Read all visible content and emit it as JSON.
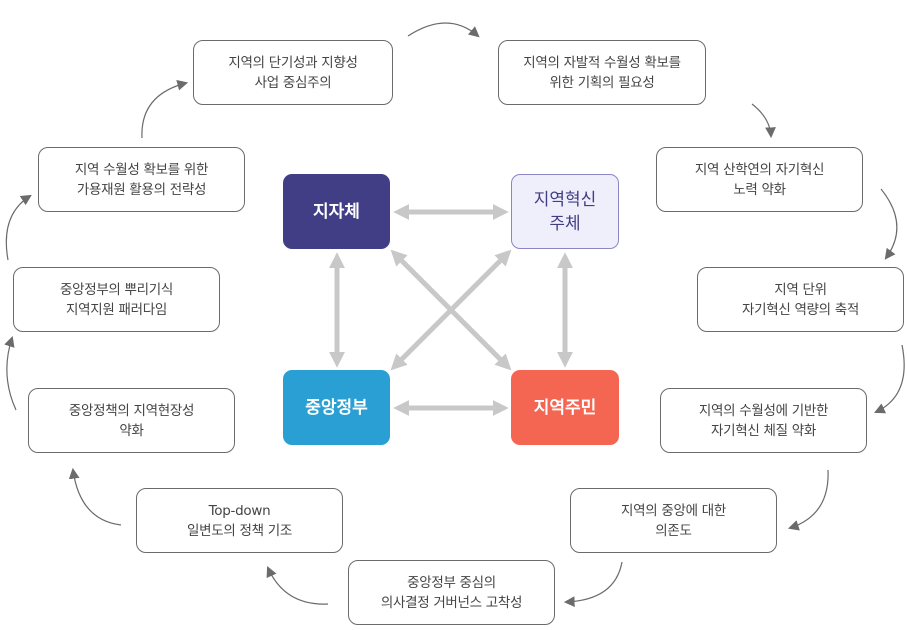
{
  "colors": {
    "box_border": "#6b6b6b",
    "box_text": "#444444",
    "cycle_arrow": "#6b6b6b",
    "link_arrow": "#c8c8c8"
  },
  "actors": {
    "local_gov": {
      "label": "지자체",
      "bg": "#413e85",
      "fg": "#ffffff"
    },
    "innovation": {
      "label": "지역혁신\n주체",
      "bg": "#efeefb",
      "fg": "#413e85",
      "border": "#8a86c4"
    },
    "central_gov": {
      "label": "중앙정부",
      "bg": "#2a9fd3",
      "fg": "#ffffff"
    },
    "residents": {
      "label": "지역주민",
      "bg": "#f46652",
      "fg": "#ffffff"
    }
  },
  "cycle": [
    {
      "text": "지역의 단기성과 지향성\n사업 중심주의"
    },
    {
      "text": "지역의 자발적 수월성 확보를\n위한 기획의 필요성"
    },
    {
      "text": "지역 산학연의 자기혁신\n노력 약화"
    },
    {
      "text": "지역 단위\n자기혁신 역량의 축적"
    },
    {
      "text": "지역의 수월성에 기반한\n자기혁신 체질 약화"
    },
    {
      "text": "지역의 중앙에 대한\n의존도"
    },
    {
      "text": "중앙정부 중심의\n의사결정 거버넌스 고착성"
    },
    {
      "text": "Top-down\n일변도의 정책 기조"
    },
    {
      "text": "중앙정책의 지역현장성\n약화"
    },
    {
      "text": "중앙정부의 뿌리기식\n지역지원 패러다임"
    },
    {
      "text": "지역 수월성 확보를 위한\n가용재원 활용의 전략성"
    }
  ]
}
